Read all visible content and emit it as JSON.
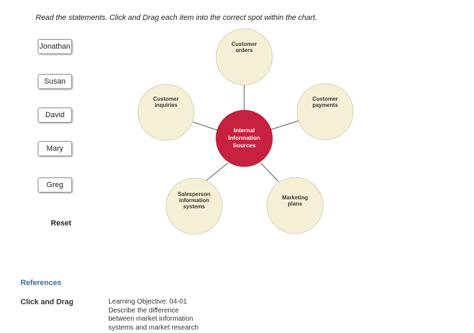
{
  "instructions": "Read the statements. Click and Drag each item into the correct spot within the chart.",
  "drag_items": [
    {
      "label": "Jonathan"
    },
    {
      "label": "Susan"
    },
    {
      "label": "David"
    },
    {
      "label": "Mary"
    },
    {
      "label": "Greg"
    }
  ],
  "reset_label": "Reset",
  "diagram": {
    "center": "Internal\nInformation\nSources",
    "nodes": [
      {
        "label": "Customer\norders"
      },
      {
        "label": "Customer\npayments"
      },
      {
        "label": "Marketing\nplans"
      },
      {
        "label": "Salesperson\ninformation\nsystems"
      },
      {
        "label": "Customer\ninquiries"
      }
    ]
  },
  "colors": {
    "center_fill": "#c8203f",
    "node_fill": "#f5f0d5",
    "link_color": "#3a6a98"
  },
  "references": {
    "heading": "References",
    "type": "Click and Drag",
    "text": "Learning Objective: 04-01\nDescribe the difference\nbetween market information\nsystems and market research"
  }
}
